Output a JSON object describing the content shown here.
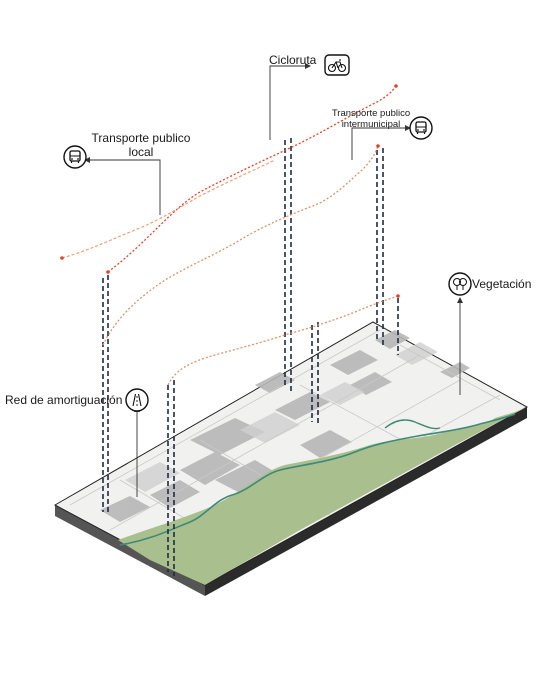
{
  "labels": {
    "cicloruta": "Cicloruta",
    "transporte_local_line1": "Transporte publico",
    "transporte_local_line2": "local",
    "transporte_inter_line1": "Transporte publico",
    "transporte_inter_line2": "intermunicipal",
    "vegetacion": "Vegetación",
    "red_amortiguacion": "Red de amortiguación"
  },
  "icons": {
    "cicloruta": "bicycle-icon",
    "transporte_local": "bus-icon",
    "transporte_intermunicipal": "bus-icon",
    "vegetacion": "tree-icon",
    "red_amortiguacion": "road-icon"
  },
  "colors": {
    "cicloruta_line": "#e0452b",
    "transporte_local_line": "#e8a27a",
    "transporte_inter_line": "#d9946a",
    "amortiguacion_line": "#d9946a",
    "vegetation_fill": "#a9bf8e",
    "river": "#3e8a79",
    "dashed_connector": "#1f2a44"
  }
}
